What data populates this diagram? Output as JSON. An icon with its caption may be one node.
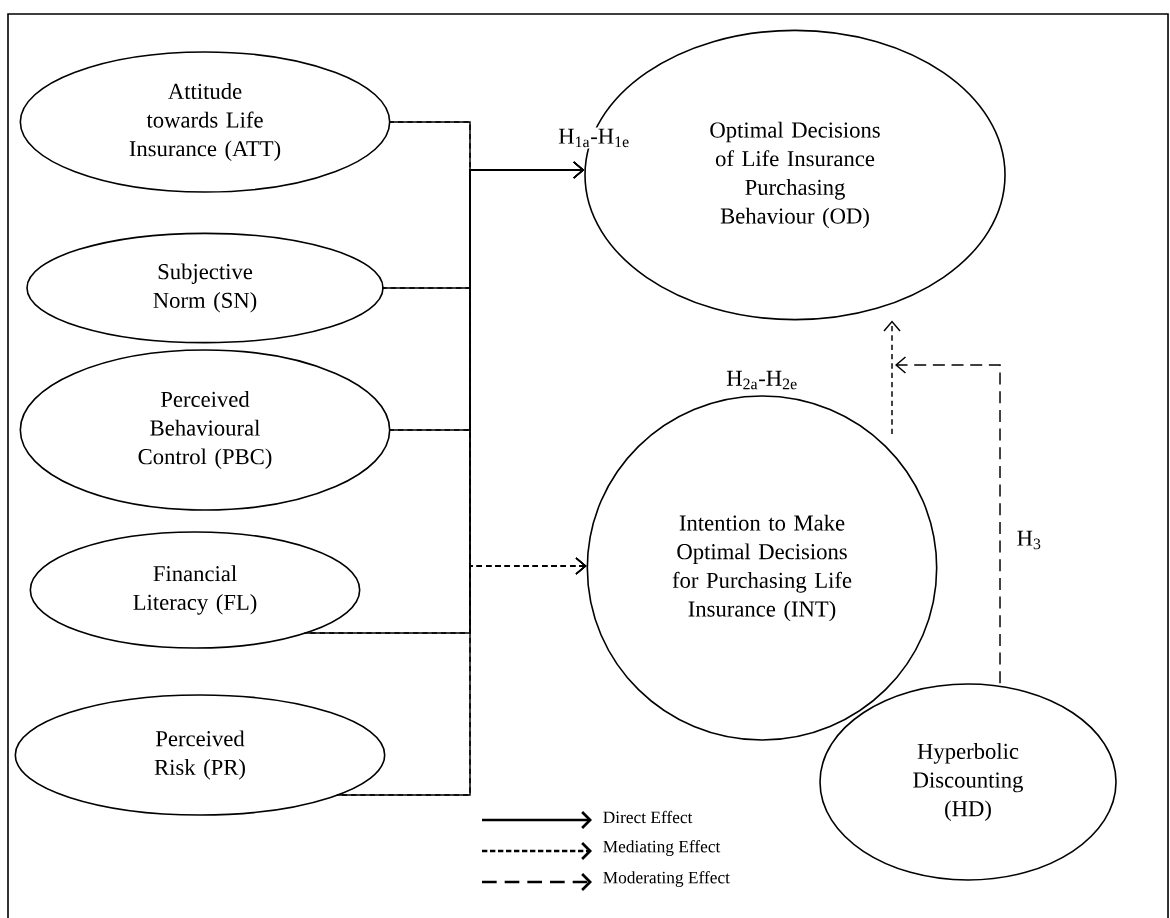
{
  "diagram": {
    "nodes": [
      {
        "text": [
          "Attitude towards Life Insurance (ATT)"
        ]
      },
      {
        "text": [
          "Subjective Norm (SN)"
        ]
      },
      {
        "text": [
          "Perceived Behavioural Control (PBC)"
        ]
      },
      {
        "text": [
          "Financial Literacy (FL)"
        ]
      },
      {
        "text": [
          "Perceived Risk (PR)"
        ]
      },
      {
        "text": [
          "Optimal Decisions of Life Insurance Purchasing Behaviour (OD)"
        ]
      },
      {
        "text": [
          "Intention to Make Optimal Decisions for Purchasing Life Insurance (INT)"
        ],
        "beside": [
          "H$_{2a}$-H$_{2e}$"
        ]
      },
      {
        "text": [
          "Hyperbolic Discounting (HD)"
        ]
      }
    ],
    "edges": [
      {
        "from": 0,
        "to": 5,
        "arrow": "to",
        "label": "H$_{1a}$-H$_{1e}$"
      },
      {
        "from": 1,
        "to": 5,
        "arrow": "to"
      },
      {
        "from": 2,
        "to": 5,
        "arrow": "to"
      },
      {
        "from": 3,
        "to": 5,
        "arrow": "to"
      },
      {
        "from": 4,
        "to": 5,
        "arrow": "to"
      },
      {
        "from": 0,
        "to": 6,
        "arrow": "to",
        "style": "dashed"
      },
      {
        "from": 1,
        "to": 6,
        "arrow": "to",
        "style": "dashed"
      },
      {
        "from": 2,
        "to": 6,
        "arrow": "to",
        "style": "dashed"
      },
      {
        "from": 3,
        "to": 6,
        "arrow": "to",
        "style": "dashed"
      },
      {
        "from": 4,
        "to": 6,
        "arrow": "to",
        "style": "dashed"
      },
      {
        "from": 6,
        "to": 5,
        "arrow": "to",
        "style": "dashed"
      },
      {
        "from": 7,
        "to": null,
        "arrow": "to",
        "style": "dashed",
        "label": "H$_{3}$"
      }
    ],
    "legend": [
      {
        "text": "Direct Effect"
      },
      {
        "text": "Mediating Effect"
      },
      {
        "text": "Moderating Effect"
      }
    ]
  }
}
